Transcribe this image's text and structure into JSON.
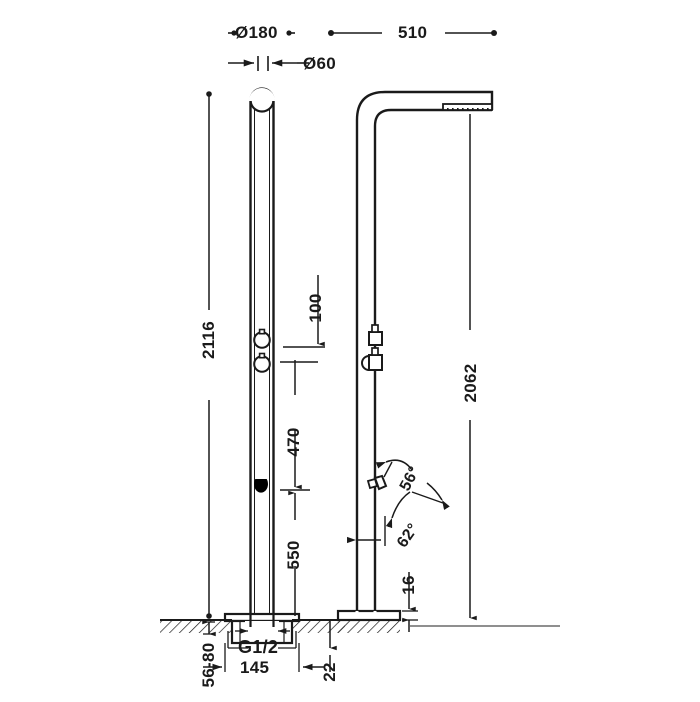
{
  "drawing": {
    "title": "Shower column technical drawing",
    "line_color": "#1a1a1a",
    "fill_color": "#ffffff",
    "accent_color": "#000000",
    "views": [
      {
        "name": "front-elevation",
        "label": ""
      },
      {
        "name": "side-elevation",
        "label": ""
      }
    ],
    "dimensions": {
      "diameter_base": "Ø180",
      "diameter_column": "Ø60",
      "reach": "510",
      "total_height": "2116",
      "outlet_height_side": "2062",
      "upper_offset": "100",
      "mid_offset": "470",
      "lower_offset": "550",
      "base_plate_thickness": "16",
      "base_depth": "22",
      "base_width": "145",
      "floor_thickness_range": "56-80",
      "connection_thread": "G1/2",
      "angle_upper": "56°",
      "angle_lower": "62°"
    }
  }
}
